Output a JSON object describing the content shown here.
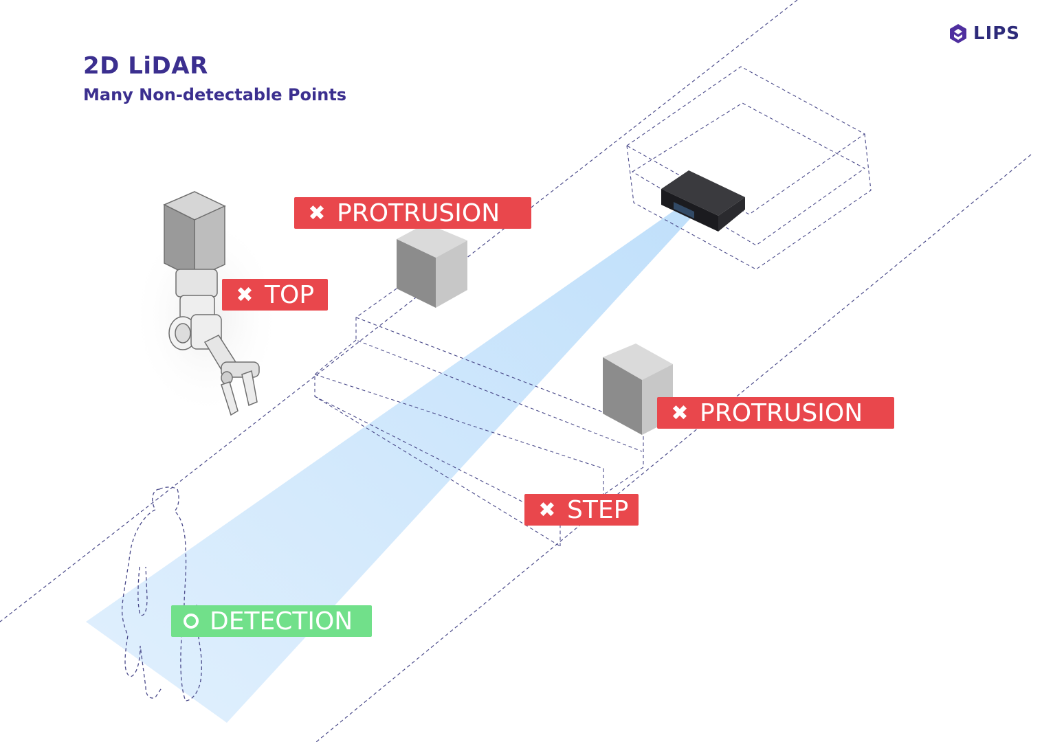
{
  "title": "2D LiDAR",
  "subtitle": "Many Non-detectable Points",
  "brand": {
    "name": "LIPS",
    "icon": "lips-logo-icon",
    "color": "#2d2a7a"
  },
  "labels": [
    {
      "id": "protrusion-top",
      "text": "PROTRUSION",
      "status": "fail",
      "icon": "cross-icon",
      "color": "#e9474c"
    },
    {
      "id": "top",
      "text": "TOP",
      "status": "fail",
      "icon": "cross-icon",
      "color": "#e9474c"
    },
    {
      "id": "protrusion-right",
      "text": "PROTRUSION",
      "status": "fail",
      "icon": "cross-icon",
      "color": "#e9474c"
    },
    {
      "id": "step",
      "text": "STEP",
      "status": "fail",
      "icon": "cross-icon",
      "color": "#e9474c"
    },
    {
      "id": "detection",
      "text": "DETECTION",
      "status": "ok",
      "icon": "circle-icon",
      "color": "#71e08a"
    }
  ],
  "colors": {
    "title": "#3b2f8f",
    "dashed_lines": "#4a4a8a",
    "scan_beam": "#cfe6fb"
  }
}
